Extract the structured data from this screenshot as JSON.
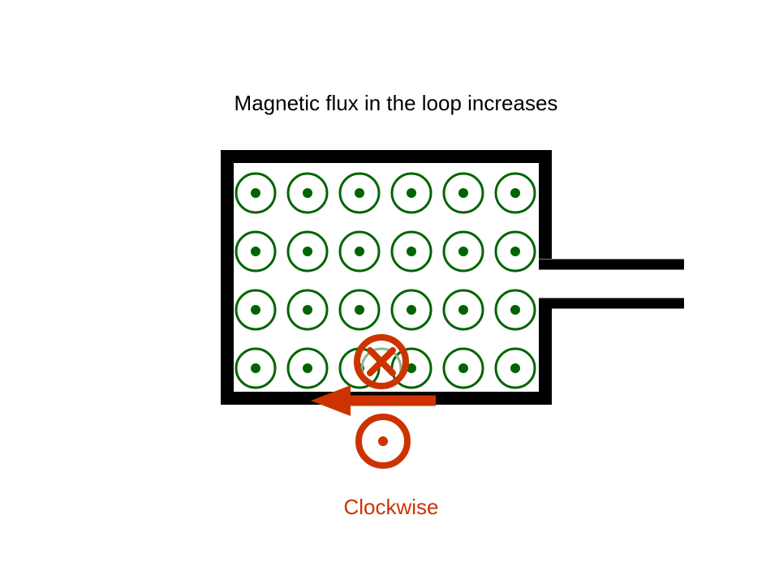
{
  "title": "Magnetic flux in the loop increases",
  "caption": "Clockwise",
  "field": {
    "rows": 4,
    "cols": 6,
    "direction": "out-of-page",
    "symbol": "dot-in-circle"
  },
  "induced": {
    "current_direction": "Clockwise",
    "into_page_symbol": "cross-in-circle",
    "out_of_page_symbol": "dot-in-circle"
  },
  "colors": {
    "loop": "#000000",
    "field": "#006400",
    "field_faded": "#8db58d",
    "induced": "#cc3300",
    "background": "#ffffff"
  }
}
